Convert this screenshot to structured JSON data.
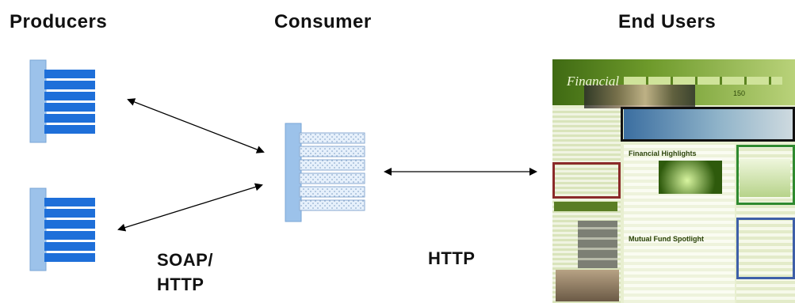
{
  "headings": {
    "producers": "Producers",
    "consumer": "Consumer",
    "end_users": "End Users"
  },
  "labels": {
    "soap_line1": "SOAP/",
    "soap_line2": "HTTP",
    "http": "HTTP"
  },
  "colors": {
    "producer_spine": "#9cc2ea",
    "producer_bars": "#1e6fd9",
    "consumer_spine": "#9cc2ea",
    "consumer_bars": "#ddeaf7",
    "arrow": "#000000"
  },
  "icons": {
    "producer_1": "server-stack-icon",
    "producer_2": "server-stack-icon",
    "consumer": "server-stack-icon",
    "end_users": "web-portal-screenshot"
  },
  "website": {
    "logo": "Financial",
    "promo": "150",
    "section_1": "Financial Highlights",
    "section_2": "Mutual Fund Spotlight"
  }
}
